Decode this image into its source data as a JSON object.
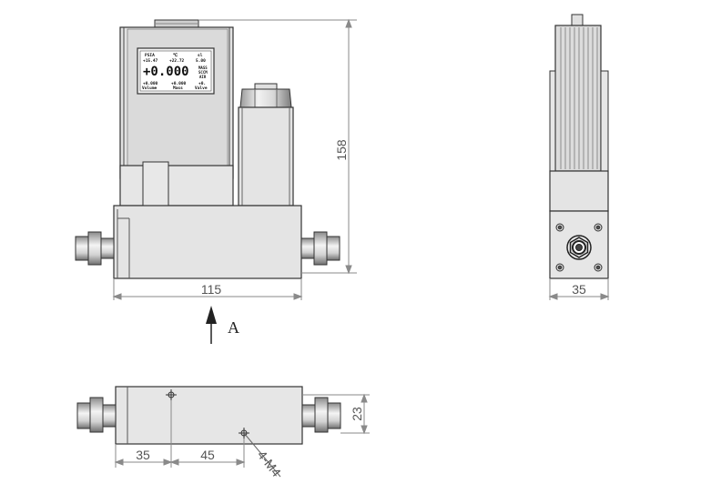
{
  "dimensions": {
    "height": "158",
    "width_front": "115",
    "width_side": "35",
    "depth_bottom": "23",
    "bottom_offset_1": "35",
    "bottom_offset_2": "45"
  },
  "view_arrow_label": "A",
  "hole_callout": "4-M4",
  "lcd": {
    "row1": [
      "PSIA",
      "℃",
      "sl"
    ],
    "row2": [
      "+15.47",
      "+22.72",
      "5.00"
    ],
    "main_value": "+0.000",
    "side_labels": [
      "MASS",
      "SCCM",
      "AIR"
    ],
    "row4": [
      "+0.000",
      "+0.000",
      "+0."
    ],
    "row5": [
      "Volume",
      "Mass",
      "Valve"
    ]
  },
  "colors": {
    "body_fill": "#e4e4e4",
    "body_stroke": "#333333",
    "dim_line": "#8a8a8a",
    "lcd_bg": "#ffffff"
  }
}
